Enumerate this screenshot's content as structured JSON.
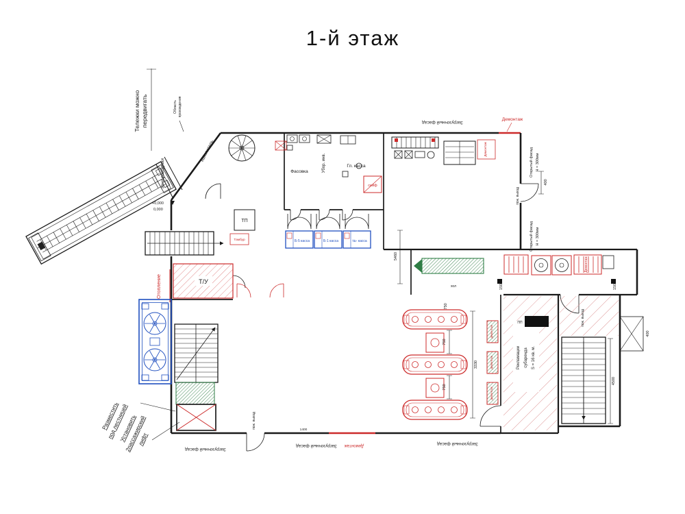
{
  "title": "1-й этаж",
  "colors": {
    "red": "#cc2a2a",
    "blue": "#1f4fbf",
    "green": "#2f7d45",
    "pink": "#df9a9a",
    "ink": "#1a1a1a"
  },
  "notes": {
    "carts_line1": "Тележки можно",
    "carts_line2": "передвигать",
    "passage_line1": "Область",
    "passage_line2": "прохождения",
    "accumulator": "накопитель",
    "unloading_zone": "зона разгрузки",
    "level_plus": "+0,000",
    "level_zero": "0,000",
    "heating": "Отопление",
    "hall": "хол",
    "place_line1": "Разместить",
    "place_line2": "под лестницей",
    "install_line1": "Установить",
    "install_line2": "2пассажирский",
    "install_line3": "лифт"
  },
  "rooms": {
    "tp": "ТП",
    "tambour": "Тамбур",
    "tu": "Т/У",
    "packing": "Фасовка",
    "cleaning": "Убор. инв.",
    "main_cash": "Гл. касса",
    "safe": "сейф",
    "pp": "ПП",
    "reclamation_line1": "Рекламации",
    "reclamation_line2": "субаренда",
    "reclamation_line3": "S = 16 кв. м."
  },
  "checkout": {
    "lane1": "Б-5 касса",
    "lane2": "Б-1 касса",
    "lane3": "№- касса"
  },
  "facade": {
    "loading_top": "Загрузочный фасад",
    "loading_bottom_left": "Загрузочный фасад",
    "loading_bottom_center": "Загрузочный фасад",
    "loading_bottom_right": "Загрузочный фасад",
    "open_1a": "Открытый фасад",
    "open_1b": "Н = 300мм",
    "open_2a": "Открытый фасад",
    "open_2b": "Н = 300мм",
    "fire_exit_top": "пож. выход",
    "fire_exit_mid": "пож. выход",
    "fire_exit_bottom": "пож. выход"
  },
  "demolition": {
    "top_right": "Демонтаж",
    "interior": "Демонтаж",
    "band": "Демонтаж",
    "bottom": "Демонтаж",
    "box1": "демонтаж",
    "box2": "демонтаж",
    "box3": "демонтаж"
  },
  "dimensions": {
    "d400_top": "400",
    "d400_right": "400",
    "d5460": "5460",
    "d1500_a": "1500",
    "d1500_b": "1500",
    "d750_a": "750",
    "d750_b": "750",
    "d750_c": "750",
    "d3330": "3330",
    "d4500": "4500",
    "d1400": "1400"
  }
}
